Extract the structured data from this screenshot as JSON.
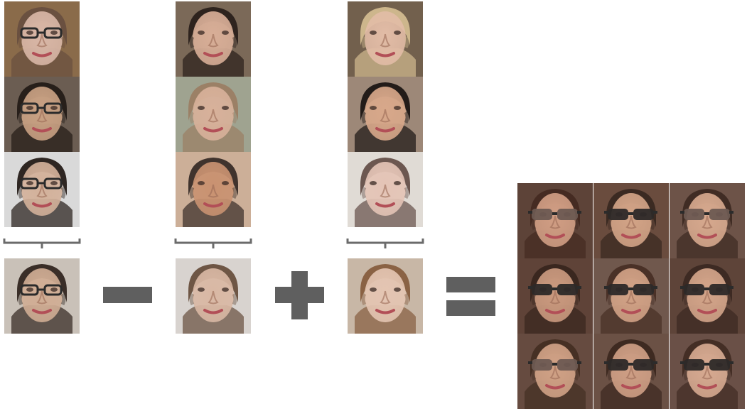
{
  "colors": {
    "operator": "#5f5f5f",
    "bracket": "#6b6b6b",
    "skin_light": "#d8b8a2",
    "skin_warm": "#cf9d78",
    "hair_dark": "#2d2420",
    "hair_brown": "#6b4b34",
    "glasses": "#2b2b2b",
    "sunglass_lens": "#4a3f3a",
    "background_soft": "#b8a08e"
  },
  "diagram": {
    "columns": [
      {
        "role": "source-group-1",
        "samples": [
          {
            "id": "a1",
            "hair": "#6a5040",
            "skin": "#d9b7a7",
            "bg": "#8a6b4a",
            "accessory": "glasses"
          },
          {
            "id": "a2",
            "hair": "#271f1a",
            "skin": "#c9a183",
            "bg": "#6b5d52",
            "accessory": "glasses"
          },
          {
            "id": "a3",
            "hair": "#2e2622",
            "skin": "#d3b19a",
            "bg": "#d9d9d9",
            "accessory": "glasses"
          }
        ],
        "summary": {
          "id": "a-avg",
          "hair": "#3a2e28",
          "skin": "#d0ad94",
          "bg": "#c9c1b8",
          "accessory": "glasses"
        }
      },
      {
        "role": "source-group-2",
        "samples": [
          {
            "id": "b1",
            "hair": "#2e231e",
            "skin": "#d8ae97",
            "bg": "#7b6958",
            "accessory": "none"
          },
          {
            "id": "b2",
            "hair": "#9b8066",
            "skin": "#d8b19a",
            "bg": "#9fa390",
            "accessory": "none"
          },
          {
            "id": "b3",
            "hair": "#40332d",
            "skin": "#c99271",
            "bg": "#ccaf98",
            "accessory": "none"
          }
        ],
        "summary": {
          "id": "b-avg",
          "hair": "#6e5645",
          "skin": "#d9b8a4",
          "bg": "#d8d3cf",
          "accessory": "none"
        }
      },
      {
        "role": "source-group-3",
        "samples": [
          {
            "id": "c1",
            "hair": "#cdb68c",
            "skin": "#e2bca6",
            "bg": "#72604d",
            "accessory": "none"
          },
          {
            "id": "c2",
            "hair": "#231c19",
            "skin": "#d8a88a",
            "bg": "#9d8878",
            "accessory": "none"
          },
          {
            "id": "c3",
            "hair": "#6c5750",
            "skin": "#e4c4b6",
            "bg": "#e0dbd5",
            "accessory": "none"
          }
        ],
        "summary": {
          "id": "c-avg",
          "hair": "#8a6244",
          "skin": "#e4c5b2",
          "bg": "#c8b7a6",
          "accessory": "none"
        }
      }
    ],
    "operators": [
      "minus",
      "plus",
      "equals"
    ],
    "result": {
      "rows": 3,
      "cols": 3,
      "cells": [
        {
          "id": "r1",
          "hair": "#452b22",
          "skin": "#d19e84",
          "bg": "#5d4338",
          "accessory": "sunglasses-light"
        },
        {
          "id": "r2",
          "hair": "#3b2a22",
          "skin": "#d3a487",
          "bg": "#6a4c3e",
          "accessory": "sunglasses-dark"
        },
        {
          "id": "r3",
          "hair": "#402c24",
          "skin": "#d7a98e",
          "bg": "#6d5348",
          "accessory": "sunglasses-light"
        },
        {
          "id": "r4",
          "hair": "#3a271f",
          "skin": "#cb9a7f",
          "bg": "#5f4338",
          "accessory": "sunglasses-dark"
        },
        {
          "id": "r5",
          "hair": "#4a3127",
          "skin": "#d2a286",
          "bg": "#70584d",
          "accessory": "sunglasses-dark"
        },
        {
          "id": "r6",
          "hair": "#3d2a23",
          "skin": "#d4a58a",
          "bg": "#5e4439",
          "accessory": "sunglasses-dark"
        },
        {
          "id": "r7",
          "hair": "#463024",
          "skin": "#d1a286",
          "bg": "#664b40",
          "accessory": "sunglasses-light"
        },
        {
          "id": "r8",
          "hair": "#3e2a21",
          "skin": "#cf9f85",
          "bg": "#6b5145",
          "accessory": "sunglasses-dark"
        },
        {
          "id": "r9",
          "hair": "#442e25",
          "skin": "#d7aa91",
          "bg": "#6a5047",
          "accessory": "sunglasses-dark"
        }
      ]
    }
  }
}
